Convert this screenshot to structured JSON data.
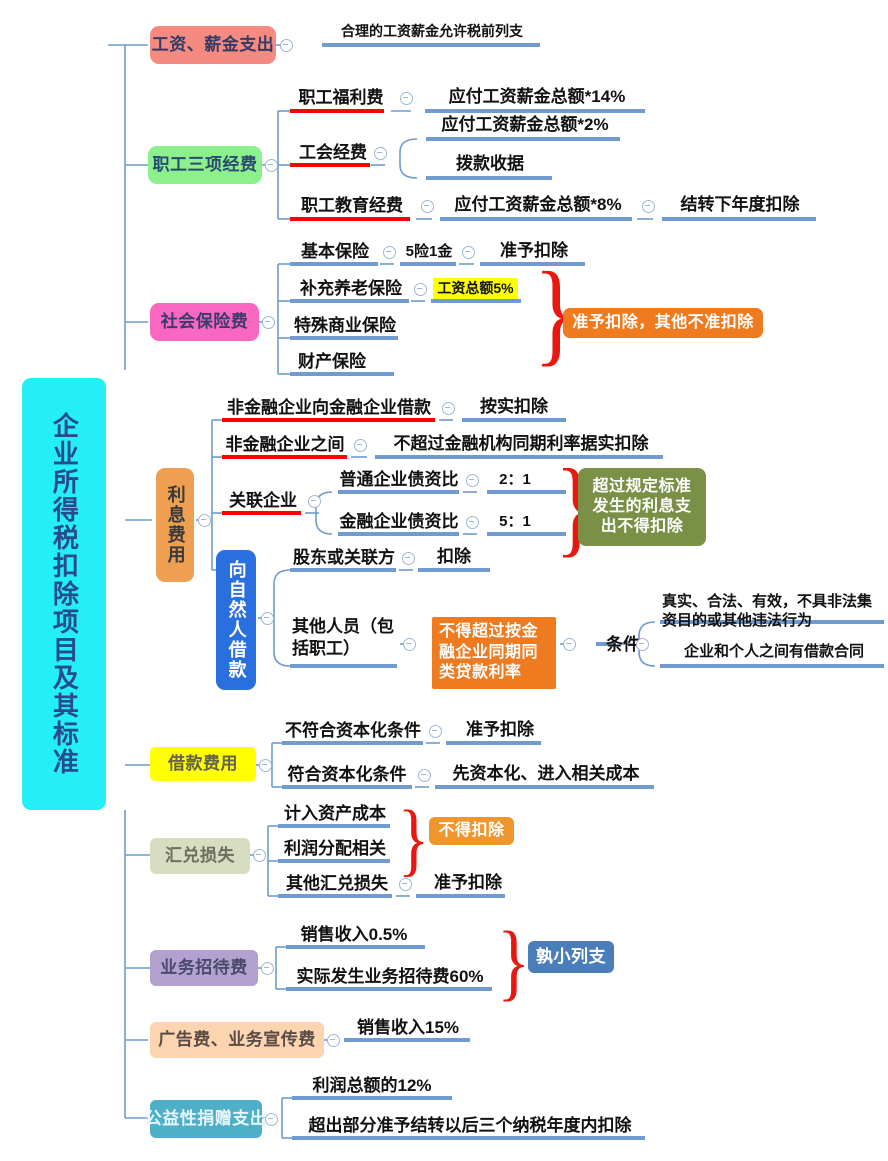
{
  "title": "企业所得税扣除项目及其标准思维导图",
  "root": {
    "label": "企业所得税扣除项目及其标准",
    "color": "#24eff6"
  },
  "colors": {
    "salary": "#f58a80",
    "three_funds": "#8cf08c",
    "social_ins": "#f868c0",
    "interest": "#ee9f51",
    "natural_person": "#2a6fe0",
    "borrow_cost": "#ffff00",
    "fx_loss": "#d6ddc0",
    "entertain": "#b3a2cf",
    "ads": "#fbd5b0",
    "donation": "#4fafc8",
    "orange_callout": "#ef7b21",
    "orange_callout2": "#f0962e",
    "green_callout": "#7b9047",
    "blue_callout": "#4a7ebb",
    "yellow_highlight": "#ffff00",
    "line": "#6f9bd1",
    "line_red": "#ff0000",
    "brace_red": "#e8170f"
  },
  "branches": [
    {
      "id": "salary",
      "label": "工资、薪金支出",
      "children": [
        {
          "label": "合理的工资薪金允许税前列支"
        }
      ]
    },
    {
      "id": "three_funds",
      "label": "职工三项经费",
      "children": [
        {
          "label": "职工福利费",
          "children": [
            {
              "label": "应付工资薪金总额*14%"
            }
          ]
        },
        {
          "label": "工会经费",
          "children": [
            {
              "label": "应付工资薪金总额*2%"
            },
            {
              "label": "拨款收据"
            }
          ]
        },
        {
          "label": "职工教育经费",
          "children": [
            {
              "label": "应付工资薪金总额*8%",
              "children": [
                {
                  "label": "结转下年度扣除"
                }
              ]
            }
          ]
        }
      ]
    },
    {
      "id": "social_ins",
      "label": "社会保险费",
      "children": [
        {
          "label": "基本保险",
          "children": [
            {
              "label": "5险1金",
              "children": [
                {
                  "label": "准予扣除"
                }
              ]
            }
          ]
        },
        {
          "label": "补充养老保险",
          "children": [
            {
              "label": "工资总额5%",
              "highlight": true
            }
          ]
        },
        {
          "label": "特殊商业保险"
        },
        {
          "label": "财产保险"
        }
      ],
      "callout": "准予扣除，其他不准扣除"
    },
    {
      "id": "interest",
      "label": "利息费用",
      "children": [
        {
          "label": "非金融企业向金融企业借款",
          "children": [
            {
              "label": "按实扣除"
            }
          ]
        },
        {
          "label": "非金融企业之间",
          "children": [
            {
              "label": "不超过金融机构同期利率据实扣除"
            }
          ]
        },
        {
          "label": "关联企业",
          "children": [
            {
              "label": "普通企业债资比",
              "children": [
                {
                  "label": "2：1"
                }
              ]
            },
            {
              "label": "金融企业债资比",
              "children": [
                {
                  "label": "5：1"
                }
              ]
            }
          ]
        }
      ],
      "callout": "超过规定标准发生的利息支出不得扣除"
    },
    {
      "id": "natural_person",
      "label": "向自然人借款",
      "children": [
        {
          "label": "股东或关联方",
          "children": [
            {
              "label": "扣除"
            }
          ]
        },
        {
          "label": "其他人员（包括职工）",
          "children": [
            {
              "label": "不得超过按金融企业同期同类贷款利率",
              "callout": true,
              "children": [
                {
                  "label": "条件",
                  "children": [
                    {
                      "label": "真实、合法、有效，不具非法集资目的或其他违法行为"
                    },
                    {
                      "label": "企业和个人之间有借款合同"
                    }
                  ]
                }
              ]
            }
          ]
        }
      ]
    },
    {
      "id": "borrow_cost",
      "label": "借款费用",
      "children": [
        {
          "label": "不符合资本化条件",
          "children": [
            {
              "label": "准予扣除"
            }
          ]
        },
        {
          "label": "符合资本化条件",
          "children": [
            {
              "label": "先资本化、进入相关成本"
            }
          ]
        }
      ]
    },
    {
      "id": "fx_loss",
      "label": "汇兑损失",
      "children": [
        {
          "label": "计入资产成本"
        },
        {
          "label": "利润分配相关"
        },
        {
          "label": "其他汇兑损失",
          "children": [
            {
              "label": "准予扣除"
            }
          ]
        }
      ],
      "callout": "不得扣除"
    },
    {
      "id": "entertain",
      "label": "业务招待费",
      "children": [
        {
          "label": "销售收入0.5%"
        },
        {
          "label": "实际发生业务招待费60%"
        }
      ],
      "callout": "孰小列支"
    },
    {
      "id": "ads",
      "label": "广告费、业务宣传费",
      "children": [
        {
          "label": "销售收入15%"
        }
      ]
    },
    {
      "id": "donation",
      "label": "公益性捐赠支出",
      "children": [
        {
          "label": "利润总额的12%"
        },
        {
          "label": "超出部分准予结转以后三个纳税年度内扣除"
        }
      ]
    }
  ]
}
